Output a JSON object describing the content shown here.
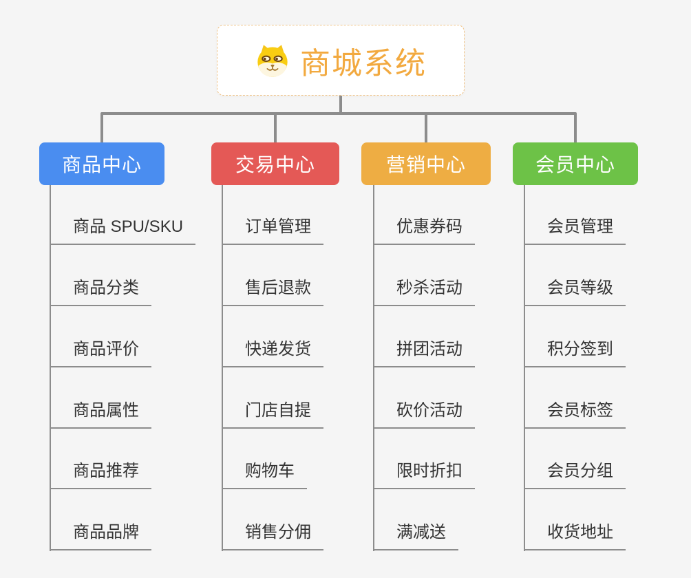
{
  "root": {
    "title": "商城系统",
    "icon": "doge-icon",
    "title_color": "#f2a93f",
    "border_color": "#f0c387"
  },
  "connector_color": "#8c8c8c",
  "branches": [
    {
      "label": "商品中心",
      "color": "#4a8df0",
      "items": [
        "商品 SPU/SKU",
        "商品分类",
        "商品评价",
        "商品属性",
        "商品推荐",
        "商品品牌"
      ]
    },
    {
      "label": "交易中心",
      "color": "#e45956",
      "items": [
        "订单管理",
        "售后退款",
        "快递发货",
        "门店自提",
        "购物车",
        "销售分佣"
      ]
    },
    {
      "label": "营销中心",
      "color": "#eead43",
      "items": [
        "优惠券码",
        "秒杀活动",
        "拼团活动",
        "砍价活动",
        "限时折扣",
        "满减送"
      ]
    },
    {
      "label": "会员中心",
      "color": "#6dc247",
      "items": [
        "会员管理",
        "会员等级",
        "积分签到",
        "会员标签",
        "会员分组",
        "收货地址"
      ]
    }
  ]
}
